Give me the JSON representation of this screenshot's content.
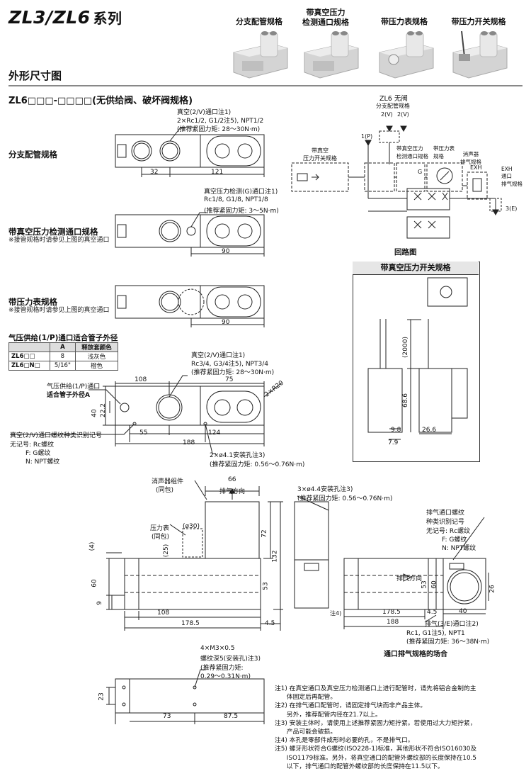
{
  "header": {
    "series_title": "ZL3/ZL6",
    "series_suffix": "系列",
    "photos": [
      {
        "label": "分支配管规格"
      },
      {
        "label": "带真空压力\n检测通口规格"
      },
      {
        "label": "带压力表规格"
      },
      {
        "label": "带压力开关规格"
      }
    ]
  },
  "section": {
    "title": "外形尺寸图",
    "model_line": "ZL6□□□-□□□□(无供给阀、破坏阀规格)"
  },
  "rows": {
    "branch": {
      "label": "分支配管规格",
      "call1": "真空(2/V)通口注1)",
      "call2": "2×Rc1/2, G1/2注5), NPT1/2",
      "call3": "(推荐紧固力矩: 28～30N·m)",
      "dim_a": "32",
      "dim_b": "121"
    },
    "vacuum_port": {
      "label": "带真空压力检测通口规格",
      "note": "※接管规格时请参见上图的真空通口",
      "call1": "真空压力检测(G)通口注1)",
      "call2": "Rc1/8, G1/8, NPT1/8",
      "call3": "(推荐紧固力矩: 3～5N·m)",
      "dim": "90"
    },
    "gauge": {
      "label": "带压力表规格",
      "note": "※接管规格时请参见上图的真空通口",
      "dim": "90"
    }
  },
  "tube_table": {
    "title": "气压供给(1/P)通口适合管子外径",
    "headers": [
      "",
      "A",
      "释放套颜色"
    ],
    "rows": [
      [
        "ZL6□□",
        "8",
        "浅灰色"
      ],
      [
        "ZL6□N□",
        "5/16\"",
        "橙色"
      ]
    ]
  },
  "main_top": {
    "call_vac1": "真空(2/V)通口注1)",
    "call_vac2": "Rc3/4, G3/4注5), NPT3/4",
    "call_vac3": "(推荐紧固力矩: 28～30N·m)",
    "call_air1": "气压供给(1/P)通口",
    "call_air2": "适合管子外径A",
    "call_id1": "真空(2/V)通口螺纹种类识别记号",
    "call_id2": "无记号: Rc螺纹",
    "call_id3": "F: G螺纹",
    "call_id4": "N: NPT螺纹",
    "call_hole1": "2×ø4.1安装孔注3)",
    "call_hole2": "(推荐紧固力矩: 0.56～0.76N·m)",
    "dims": {
      "d108": "108",
      "d75": "75",
      "d40": "40",
      "d22": "22.2",
      "d55": "55",
      "d124": "124",
      "d188": "188",
      "r20": "2×R20"
    }
  },
  "circuit": {
    "title": "ZL6 无阀",
    "branch_label": "分支配管规格",
    "p_label": "1(P)",
    "v_label": "2(V)",
    "switch_label": "带真空\n压力开关规格",
    "vac_port_label": "带真空压力\n检测通口规格",
    "gauge_label": "带压力表\n规格",
    "silencer_label": "消声器\n排气规格",
    "exh_label": "EXH",
    "exh_port_label": "EXH\n通口\n排气规格",
    "e_label": "3(E)",
    "g_label": "G",
    "caption": "回路图"
  },
  "switch_box": {
    "title": "带真空压力开关规格",
    "d2000": "(2000)",
    "d686": "68.6",
    "d98": "9.8",
    "d79": "7.9",
    "d266": "26.6"
  },
  "bottom": {
    "silencer1": "消声器组件",
    "silencer2": "(同包)",
    "exhaust_dir": "排气方向",
    "gauge1": "压力表",
    "gauge2": "(同包)",
    "d66": "66",
    "d30": "(ø30)",
    "d25": "(25)",
    "d4": "(4)",
    "d60": "60",
    "d9": "9",
    "d72": "72",
    "d132": "132",
    "d53": "53",
    "d108": "108",
    "d1785": "178.5",
    "d45": "4.5",
    "hole3_1": "3×ø4.4安装孔注3)",
    "hole3_2": "(推荐紧固力矩: 0.56～0.76N·m)",
    "note4": "注4)",
    "exh_id1": "排气通口螺纹",
    "exh_id2": "种类识别记号",
    "exh_id3": "无记号: Rc螺纹",
    "exh_id4": "F: G螺纹",
    "exh_id5": "N: NPT螺纹",
    "exh_dir": "排气方向",
    "r_d53": "53",
    "r_d60": "60",
    "r_d26": "26",
    "r_d40": "40",
    "r_d1785": "178.5",
    "r_d45": "4.5",
    "r_d188": "188",
    "exh_port1": "排气(3/E)通口注2)",
    "exh_port2": "Rc1, G1注5), NPT1",
    "exh_port3": "(推荐紧固力矩: 36～38N·m)",
    "exh_caption": "通口排气规格的场合"
  },
  "underside": {
    "screw1": "4×M3×0.5",
    "screw2": "螺纹深5(安装孔)注3)",
    "screw3": "(推荐紧固力矩:",
    "screw4": "0.29～0.31N·m)",
    "d23": "23",
    "d73": "73",
    "d875": "87.5"
  },
  "notes": [
    "注1) 在真空通口及真空压力检测通口上进行配管时，请先将铝合金制的主",
    "      体固定后再配管。",
    "注2) 在排气通口配管时，请固定排气块而非产品主体。",
    "      另外，推荐配管内径在21.7以上。",
    "注3) 安装主体时，请使用上述推荐紧固力矩拧紧。若使用过大力矩拧紧，",
    "      产品可能会破损。",
    "注4) 本孔是零部件成形时必要的孔，不是排气口。",
    "注5) 螺牙形状符合G螺纹(ISO228-1)标准，其他形状不符合ISO16030及",
    "      ISO1179标准。另外，将真空通口的配管外螺纹部的长度保持在10.5",
    "      以下，排气通口的配管外螺纹部的长度保持在11.5以下。"
  ]
}
